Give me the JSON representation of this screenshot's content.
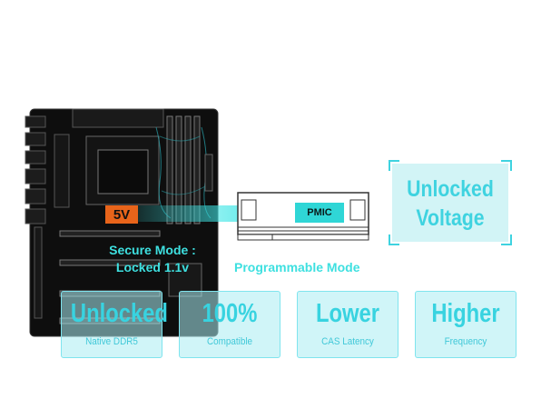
{
  "chips": {
    "voltage_in": "5V",
    "pmic": "PMIC"
  },
  "secure_mode": {
    "line1": "Secure Mode :",
    "line2": "Locked 1.1v"
  },
  "programmable_mode": "Programmable Mode",
  "unlocked_voltage": {
    "line1": "Unlocked",
    "line2": "Voltage"
  },
  "features": [
    {
      "title": "Unlocked",
      "subtitle": "Native DDR5"
    },
    {
      "title": "100%",
      "subtitle": "Compatible"
    },
    {
      "title": "Lower",
      "subtitle": "CAS Latency"
    },
    {
      "title": "Higher",
      "subtitle": "Frequency"
    }
  ],
  "colors": {
    "accent": "#3ee0e0",
    "chip_orange": "#e8641a",
    "board": "#0e0e0e"
  }
}
